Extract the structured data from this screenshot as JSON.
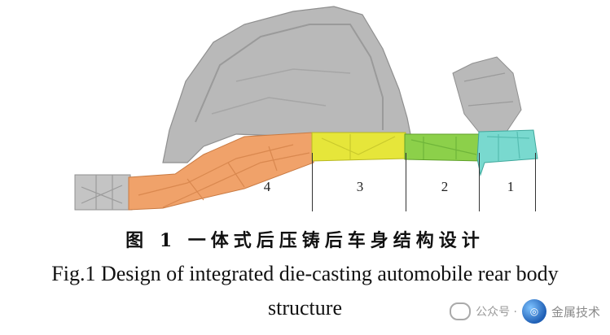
{
  "figure": {
    "zones": [
      {
        "label": "4",
        "color": "#f0a26a"
      },
      {
        "label": "3",
        "color": "#e6e63a"
      },
      {
        "label": "2",
        "color": "#8cd04a"
      },
      {
        "label": "1",
        "color": "#79d9cf"
      }
    ],
    "structure_color": "#b9b9b9"
  },
  "caption": {
    "chinese": "图 1  一体式后压铸后车身结构设计",
    "english_line1": "Fig.1   Design of integrated die-casting automobile rear body",
    "english_line2": "structure"
  },
  "watermark": {
    "text": "公众号 ·",
    "brand": "金属技术"
  }
}
